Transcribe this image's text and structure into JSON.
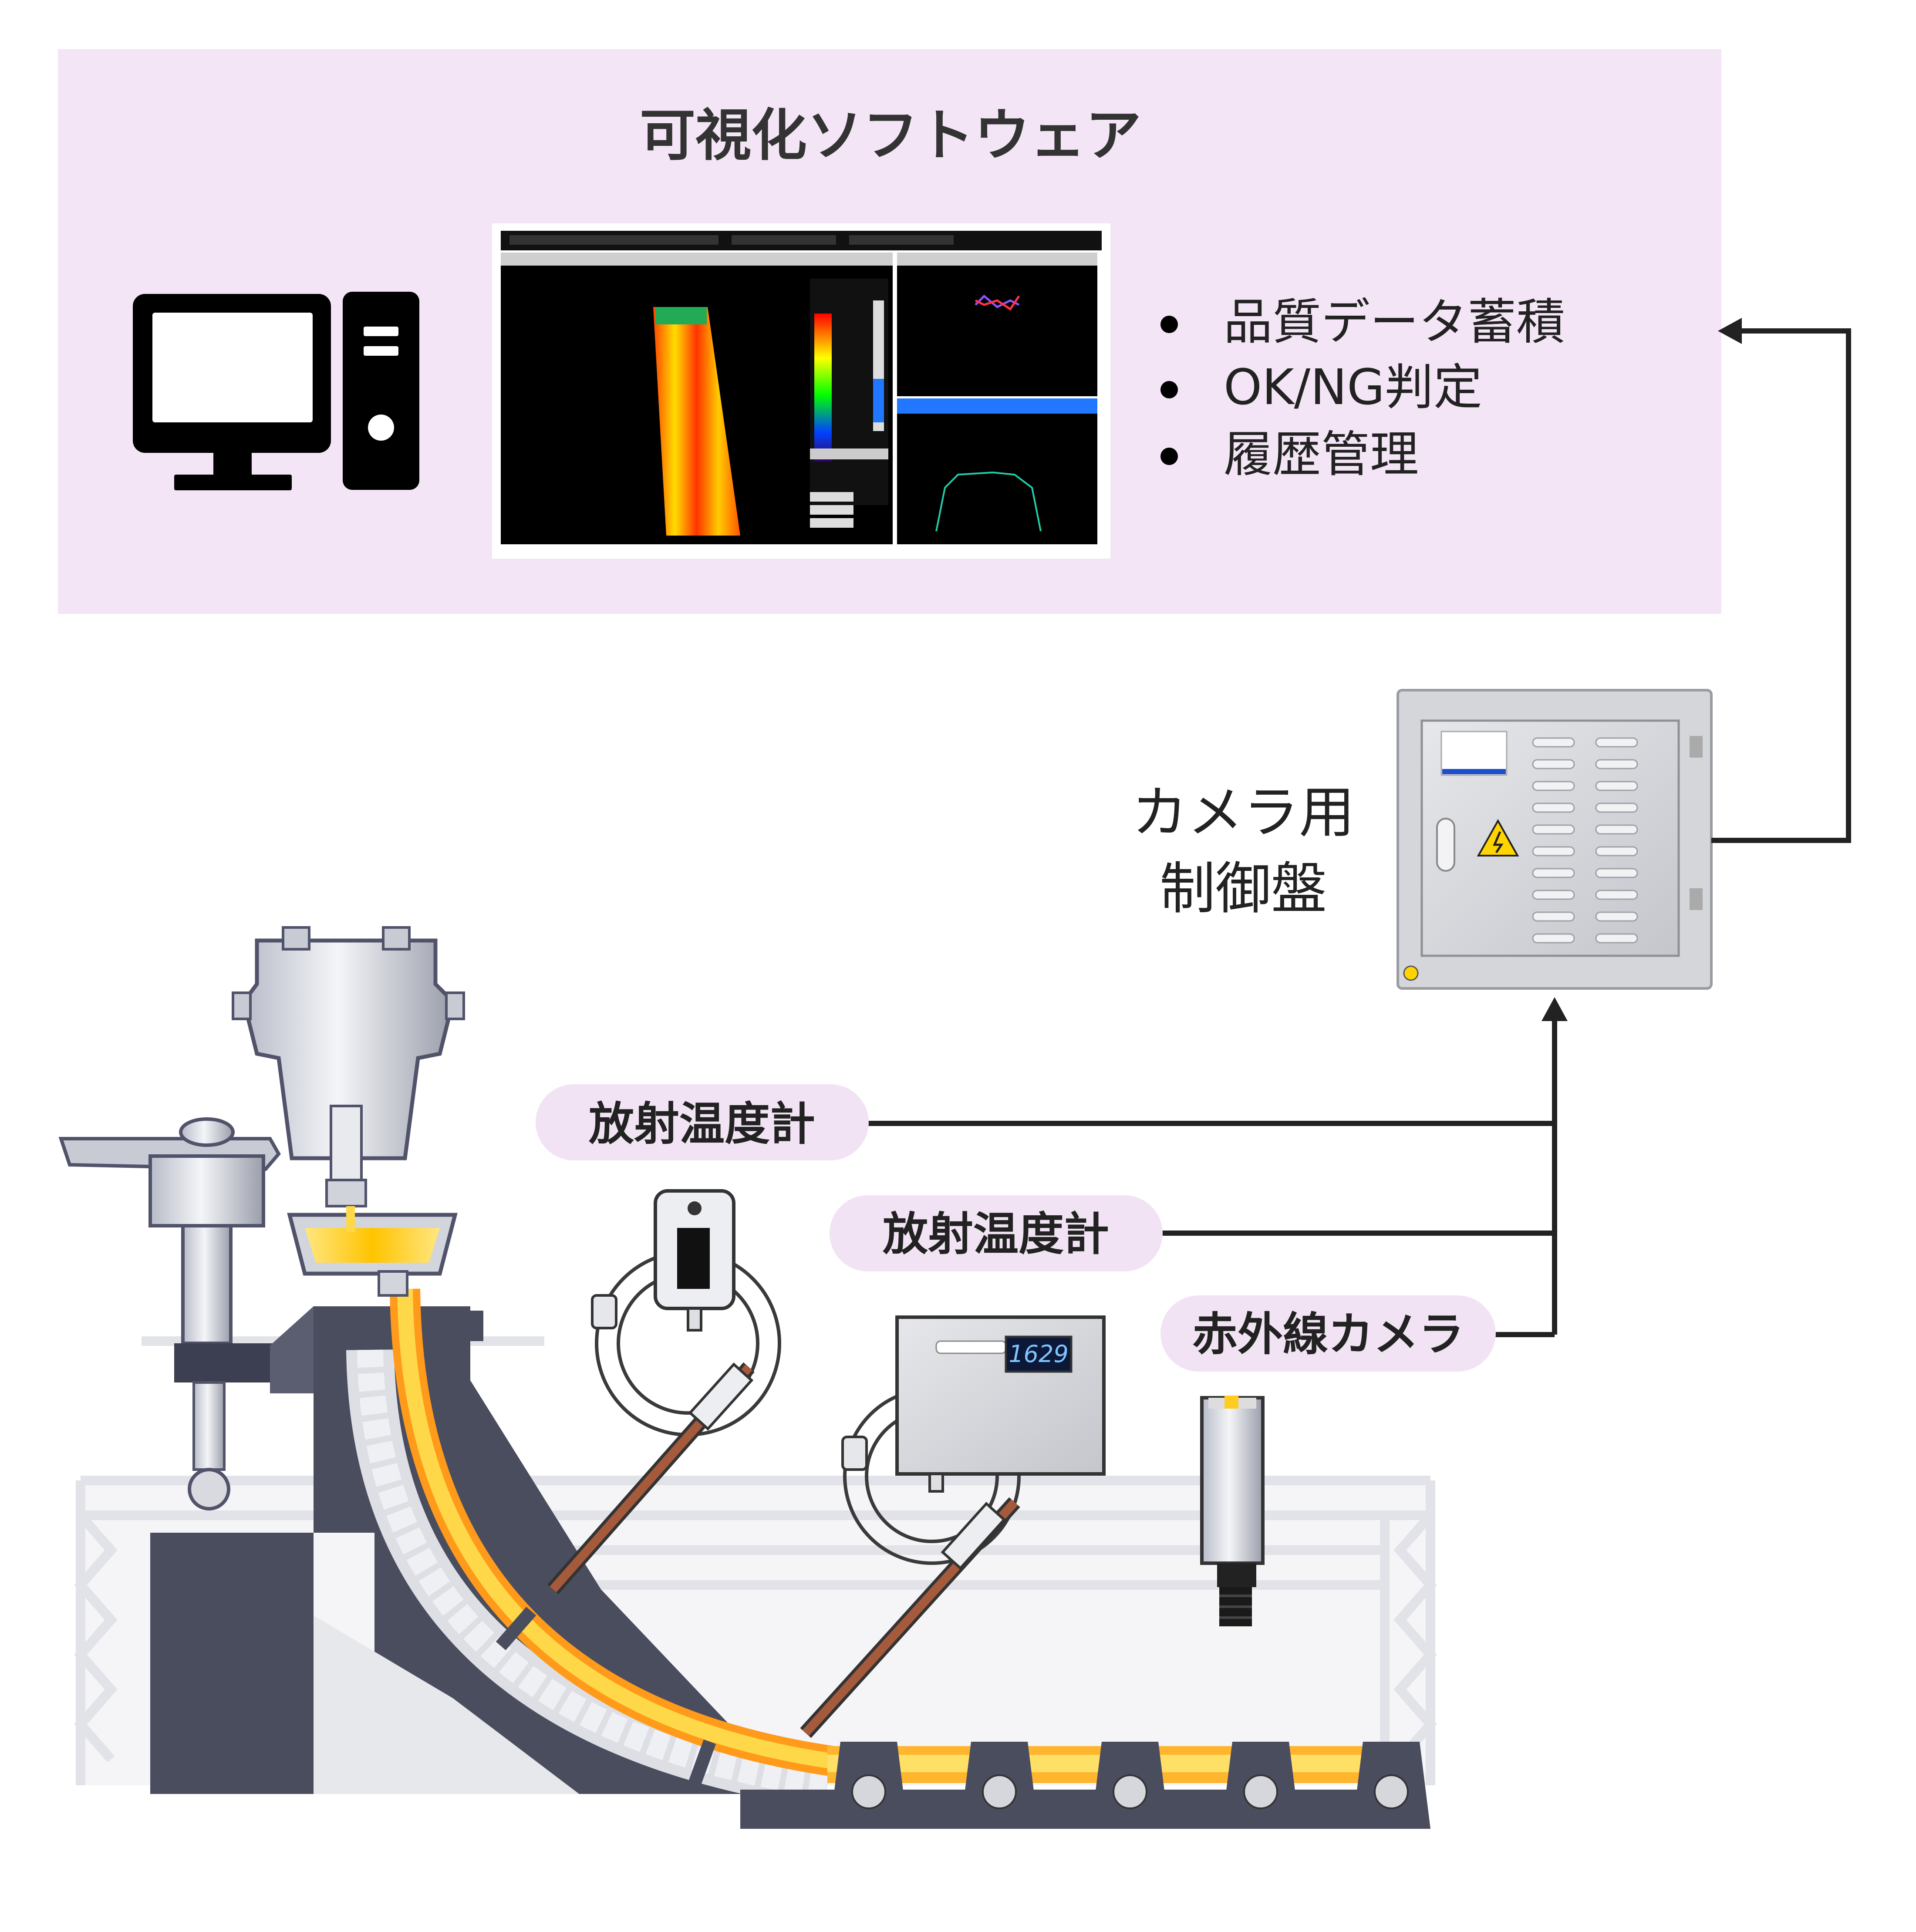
{
  "software_panel": {
    "title": "可視化ソフトウェア",
    "features": [
      "品質データ蓄積",
      "OK/NG判定",
      "履歴管理"
    ]
  },
  "control_panel": {
    "label_line1": "カメラ用",
    "label_line2": "制御盤"
  },
  "sensors": {
    "radiation_thermometer_1": "放射温度計",
    "radiation_thermometer_2": "放射温度計",
    "infrared_camera": "赤外線カメラ"
  },
  "display_value": "1629",
  "colors": {
    "panel_bg": "#f3e5f5",
    "pill_bg": "#f1e3f3",
    "machine_dark": "#4a4d5e",
    "molten_steel": "#ffcc33",
    "arrow": "#222222"
  }
}
